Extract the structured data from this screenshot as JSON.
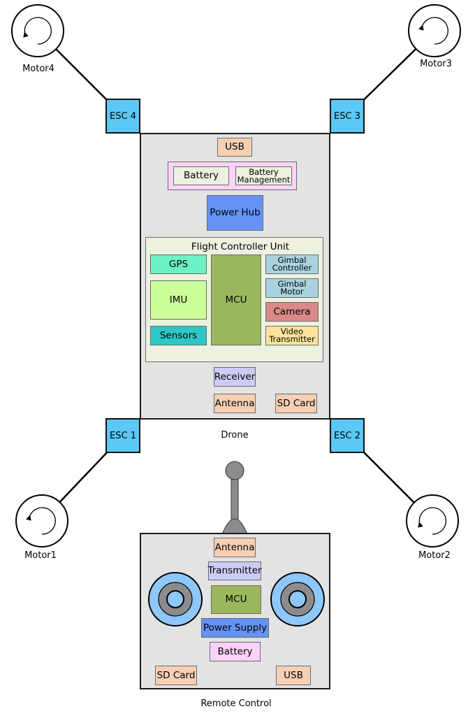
{
  "drone": {
    "label": "Drone",
    "usb": "USB",
    "battery": "Battery",
    "battery_mgmt": "Battery Management",
    "power_hub": "Power Hub",
    "fcu": {
      "title": "Flight Controller Unit",
      "gps": "GPS",
      "imu": "IMU",
      "sensors": "Sensors",
      "mcu": "MCU",
      "gimbal_controller": "Gimbal Controller",
      "gimbal_motor": "Gimbal Motor",
      "camera": "Camera",
      "video_transmitter": "Video Transmitter"
    },
    "receiver": "Receiver",
    "antenna": "Antenna",
    "sd_card": "SD Card"
  },
  "escs": [
    "ESC 1",
    "ESC 2",
    "ESC 3",
    "ESC 4"
  ],
  "motors": [
    "Motor1",
    "Motor2",
    "Motor3",
    "Motor4"
  ],
  "remote": {
    "label": "Remote Control",
    "antenna": "Antenna",
    "transmitter": "Transmitter",
    "mcu": "MCU",
    "power_supply": "Power Supply",
    "battery": "Battery",
    "sd_card": "SD Card",
    "usb": "USB"
  },
  "colors": {
    "esc": "#5bc8f5",
    "frame": "#e3e3e3",
    "peach": "#f7d0b4",
    "pink": "#fbd3f8",
    "light_green_box": "#edf1e0",
    "power_hub": "#6592f5",
    "gps": "#6cf2c4",
    "imu": "#ccff99",
    "sensors": "#2ec7c5",
    "mcu": "#9ab85b",
    "gimbal": "#a9d4df",
    "camera": "#d98987",
    "video_tx": "#fde49c",
    "receiver": "#ccccf6",
    "joystick_ring": "#8ec8fb"
  }
}
